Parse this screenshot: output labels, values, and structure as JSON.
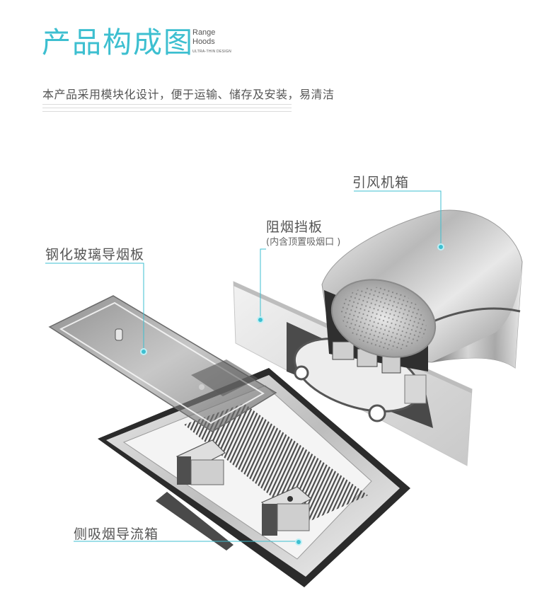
{
  "header": {
    "title": "产品构成图",
    "en_line1": "Range",
    "en_line2": "Hoods",
    "en_tagline": "ULTRA-THIN DESIGN",
    "subtitle": "本产品采用模块化设计，便于运输、储存及安装，易清洁"
  },
  "components": {
    "fan_box": {
      "label": "引风机箱"
    },
    "baffle": {
      "label": "阻烟挡板",
      "note": "(内含顶置吸烟口 )"
    },
    "glass_panel": {
      "label": "钢化玻璃导烟板"
    },
    "side_box": {
      "label": "侧吸烟导流箱"
    }
  },
  "colors": {
    "accent": "#3dbfd0",
    "text": "#555555"
  }
}
